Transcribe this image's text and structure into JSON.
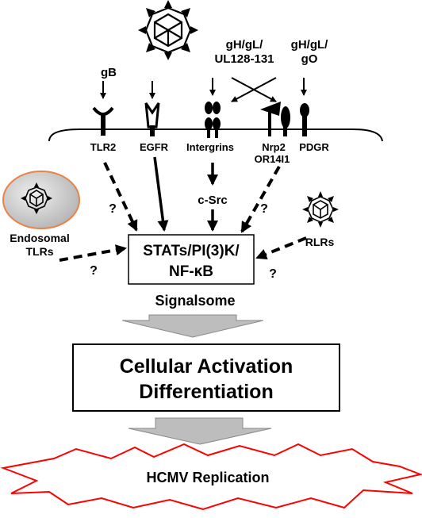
{
  "ligands": {
    "gb": "gB",
    "gh_gl_ul_line1": "gH/gL/",
    "gh_gl_ul_line2": "UL128-131",
    "gh_gl_go_line1": "gH/gL/",
    "gh_gl_go_line2": "gO"
  },
  "receptors": {
    "tlr2": "TLR2",
    "egfr": "EGFR",
    "integrins": "Intergrins",
    "nrp2": "Nrp2",
    "or14i1": "OR14I1",
    "pdgr": "PDGR"
  },
  "pathway": {
    "csrc": "c-Src",
    "endosomal_line1": "Endosomal",
    "endosomal_line2": "TLRs",
    "rlrs": "RLRs",
    "uncertain": "?",
    "hub_line1": "STATs/PI(3)K/",
    "hub_line2": "NF-κB",
    "signalsome": "Signalsome"
  },
  "outcome": {
    "activation_line1": "Cellular Activation",
    "activation_line2": "Differentiation",
    "replication": "HCMV Replication"
  },
  "colors": {
    "ink": "#000000",
    "arrow_fill": "#bdbdbd",
    "endosome_fill": "#c8c8c8",
    "endosome_rim": "#e8834a",
    "burst_stroke": "#ff0000"
  }
}
